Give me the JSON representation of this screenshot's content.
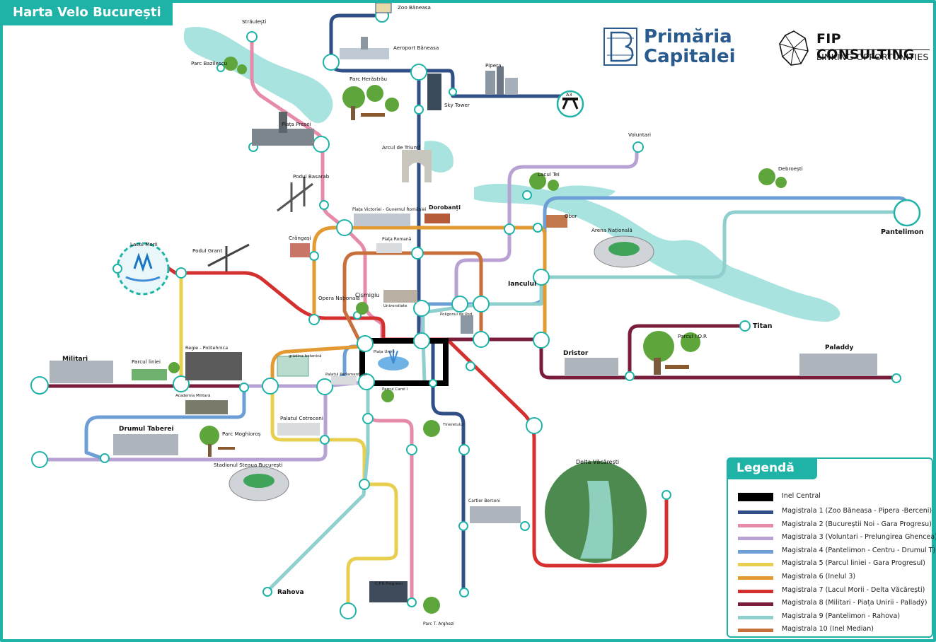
{
  "header": {
    "title": "Harta Velo București"
  },
  "logos": {
    "primaria_line1": "Primăria",
    "primaria_line2": "Capitalei",
    "fip_line1": "FIP CONSULTING",
    "fip_line2": "LINKING OPPORTUNITIES"
  },
  "legend": {
    "title": "Legendă",
    "central": {
      "label": "Inel Central",
      "color": "#000000"
    },
    "items": [
      {
        "label": "Magistrala 1 (Zoo Băneasa -  Pipera -Berceni)",
        "color": "#2f4f86"
      },
      {
        "label": "Magistrala 2 (Bucureștii Noi - Gara Progresu)",
        "color": "#e58aa8"
      },
      {
        "label": "Magistrala 3  (Voluntari - Prelungirea Ghencea)",
        "color": "#b7a2d3"
      },
      {
        "label": "Magistrala 4 (Pantelimon - Centru - Drumul T)",
        "color": "#6d9fd6"
      },
      {
        "label": "Magistrala 5 (Parcul liniei - Gara Progresul)",
        "color": "#e8cf4f"
      },
      {
        "label": "Magistrala 6 (Inelul 3)",
        "color": "#e39a33"
      },
      {
        "label": "Magistrala 7 (Lacul Morii - Delta Văcărești)",
        "color": "#d4302f"
      },
      {
        "label": "Magistrala 8 (Militari - Piața Unirii - Palladý)",
        "color": "#7a1d3a"
      },
      {
        "label": "Magistrala 9 (Pantelimon - Rahova)",
        "color": "#8fd0ce"
      },
      {
        "label": "Magistrala 10 (Inel Median)",
        "color": "#c8703c"
      }
    ]
  },
  "places": {
    "straulesti": "Străulești",
    "zoo": "Zoo Băneasa",
    "aeroport": "Aeroport Băneasa",
    "pipera": "Pipera",
    "a3": "A3",
    "parc_baziliescu": "Parc Bazilescu",
    "parc_herastrau": "Parc Herăstrău",
    "sky_tower": "Sky Tower",
    "piata_presei": "Piața Presei",
    "arcul": "Arcul de Triumf",
    "voluntari": "Voluntari",
    "lacul_tei": "Lacul Tei",
    "debroesti": "Debroești",
    "podul_basarab": "Podul Basarab",
    "piata_victoriei": "Piața Victoriei - Guvernul României",
    "dorobanti": "Dorobanți",
    "obor": "Obor",
    "pantelimon": "Pantelimon",
    "arena": "Arena Națională",
    "crangasi": "Crângași",
    "piata_romana": "Piața Romană",
    "lacul_morii": "Lacul Morii",
    "podul_grant": "Podul Grant",
    "opera": "Opera Națională",
    "cismigiu": "Cișmigiu",
    "universitate": "Universitate",
    "iancului": "Iancului",
    "poligon": "Poligonul de Pod",
    "titan": "Titan",
    "parc_ior": "Parcul I.O.R",
    "dristor": "Dristor",
    "paladdy": "Paladdy",
    "regie": "Regie - Politehnica",
    "militari": "Militari",
    "parcul_liniei": "Parcul liniei",
    "gradina": "grădina botanică",
    "piata_unirii": "Piața Unirii",
    "palatul_parlamentului": "Palatul Parlamentului",
    "academia": "Academia Militară",
    "parc_carol": "Parcul Carol I",
    "drumul_taberei": "Drumul Taberei",
    "parc_moghioros": "Parc Moghioroș",
    "palatul_cotroceni": "Palatul Cotroceni",
    "tineretului": "Tineretului",
    "stadionul_steaua": "Stadionul Steaua București",
    "delta": "Delta Văcărești",
    "cartier_berceni": "Cartier Berceni",
    "rahova": "Rahova",
    "cfr_progresu": "C.F.R Progresu",
    "parc_arghezi": "Parc T. Arghezi"
  }
}
